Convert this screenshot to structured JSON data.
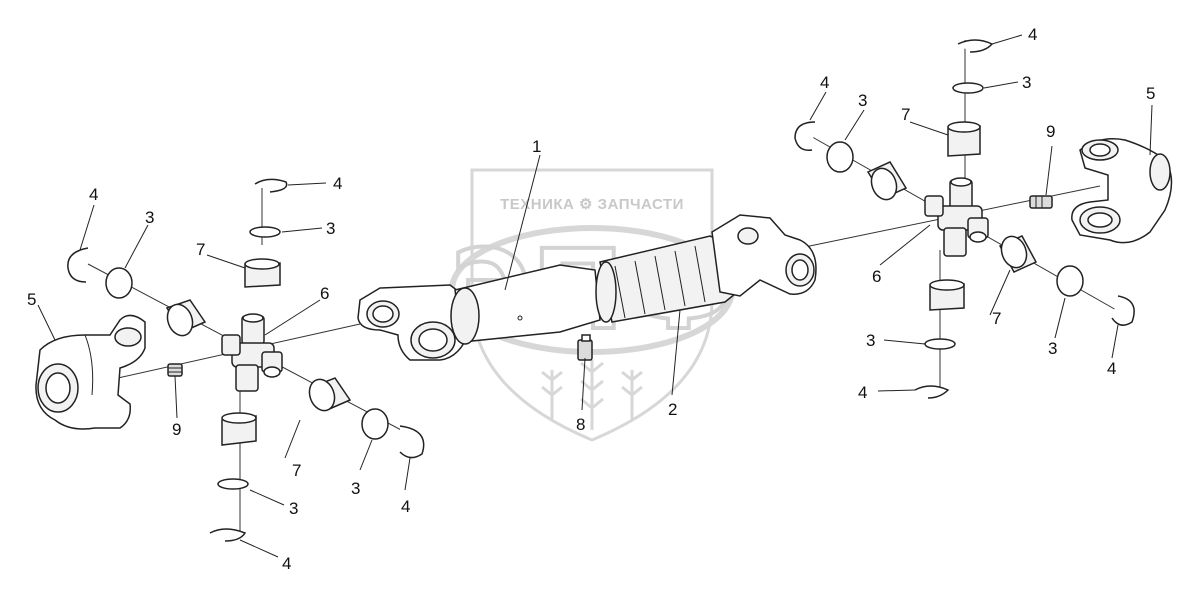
{
  "watermark": {
    "brand_text": "ТЕХНИКА ⚙ ЗАПЧАСТИ",
    "logo_letters": "ЭПФ",
    "color": "#b8b8b8"
  },
  "callouts": [
    {
      "id": "l1",
      "text": "1"
    },
    {
      "id": "l2",
      "text": "2"
    },
    {
      "id": "l8",
      "text": "8"
    },
    {
      "id": "l4-lcirc",
      "text": "4"
    },
    {
      "id": "l3-lring",
      "text": "3"
    },
    {
      "id": "l5-left",
      "text": "5"
    },
    {
      "id": "l7-left-top",
      "text": "7"
    },
    {
      "id": "l4-left-top",
      "text": "4"
    },
    {
      "id": "l3-left-top",
      "text": "3"
    },
    {
      "id": "l6-left",
      "text": "6"
    },
    {
      "id": "l9-left",
      "text": "9"
    },
    {
      "id": "l7-left-bot",
      "text": "7"
    },
    {
      "id": "l3-left-bot",
      "text": "3"
    },
    {
      "id": "l4-left-bot",
      "text": "4"
    },
    {
      "id": "l3-left-right",
      "text": "3"
    },
    {
      "id": "l4-left-right",
      "text": "4"
    },
    {
      "id": "l4-right-top",
      "text": "4"
    },
    {
      "id": "l3-right-top",
      "text": "3"
    },
    {
      "id": "l4-right-circ",
      "text": "4"
    },
    {
      "id": "l3-right-ring",
      "text": "3"
    },
    {
      "id": "l7-right-top",
      "text": "7"
    },
    {
      "id": "l9-right",
      "text": "9"
    },
    {
      "id": "l5-right",
      "text": "5"
    },
    {
      "id": "l6-right",
      "text": "6"
    },
    {
      "id": "l7-right-bot",
      "text": "7"
    },
    {
      "id": "l3-right-bot",
      "text": "3"
    },
    {
      "id": "l4-right-bot",
      "text": "4"
    },
    {
      "id": "l3-right-right",
      "text": "3"
    },
    {
      "id": "l4-right-right",
      "text": "4"
    }
  ]
}
